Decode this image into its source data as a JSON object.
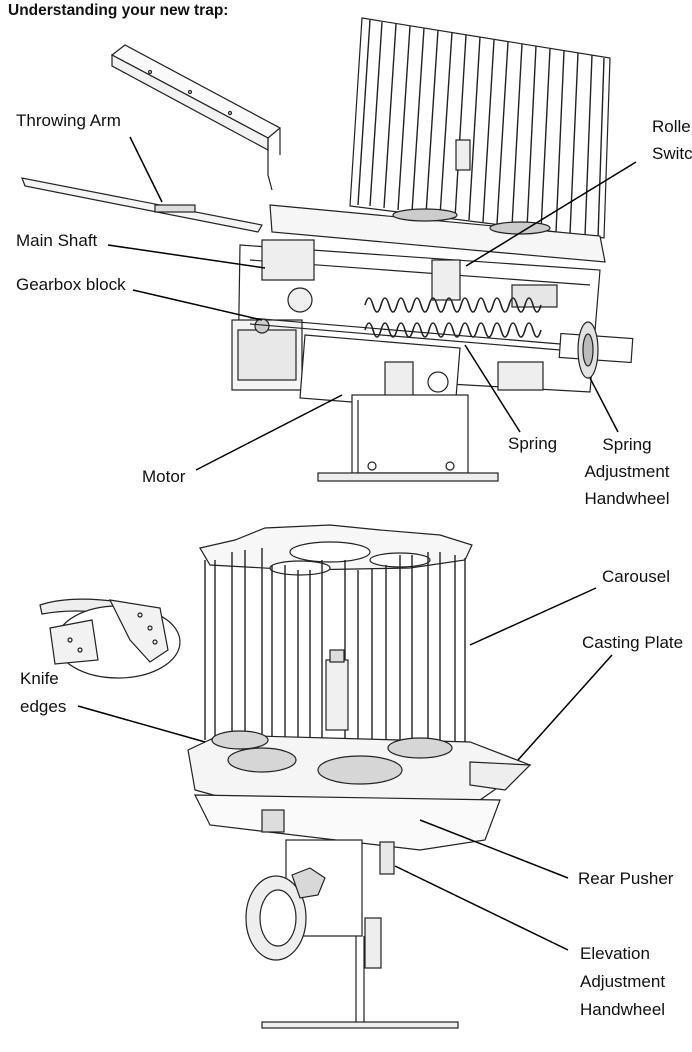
{
  "title": "Understanding your new trap:",
  "top_labels": {
    "throwing_arm": "Throwing Arm",
    "roller_switch_line1": "Rolle",
    "roller_switch_line2": "Switc",
    "main_shaft": "Main Shaft",
    "gearbox_block": "Gearbox block",
    "spring": "Spring",
    "spring_adj_line1": "Spring",
    "spring_adj_line2": "Adjustment",
    "spring_adj_line3": "Handwheel",
    "motor": "Motor"
  },
  "bottom_labels": {
    "carousel": "Carousel",
    "casting_plate": "Casting Plate",
    "knife_line1": "Knife",
    "knife_line2": "edges",
    "rear_pusher": "Rear Pusher",
    "elevation_line1": "Elevation",
    "elevation_line2": "Adjustment",
    "elevation_line3": "Handwheel"
  }
}
